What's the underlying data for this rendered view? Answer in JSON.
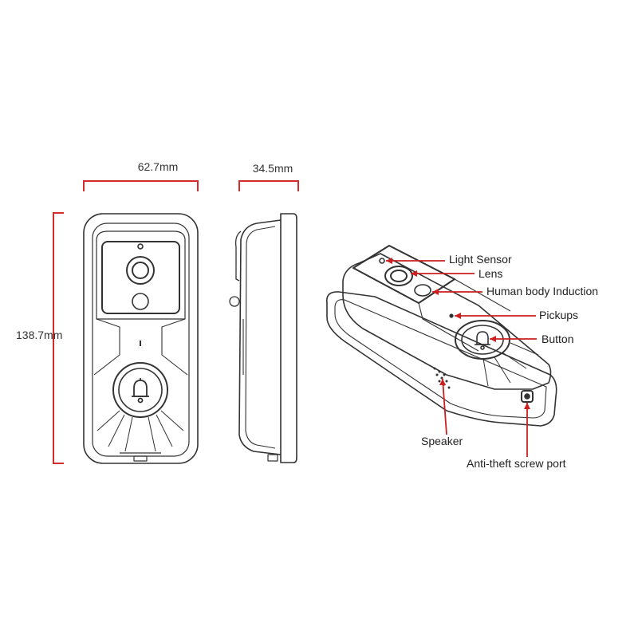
{
  "dimensions": {
    "width": "62.7mm",
    "depth": "34.5mm",
    "height": "138.7mm"
  },
  "callouts": {
    "light_sensor": "Light Sensor",
    "lens": "Lens",
    "human_body_induction": "Human body Induction",
    "pickups": "Pickups",
    "button": "Button",
    "speaker": "Speaker",
    "anti_theft_screw_port": "Anti-theft screw port"
  },
  "colors": {
    "dimension_line": "#d62b2b",
    "outline": "#333333",
    "leader": "#cc1f1f"
  }
}
